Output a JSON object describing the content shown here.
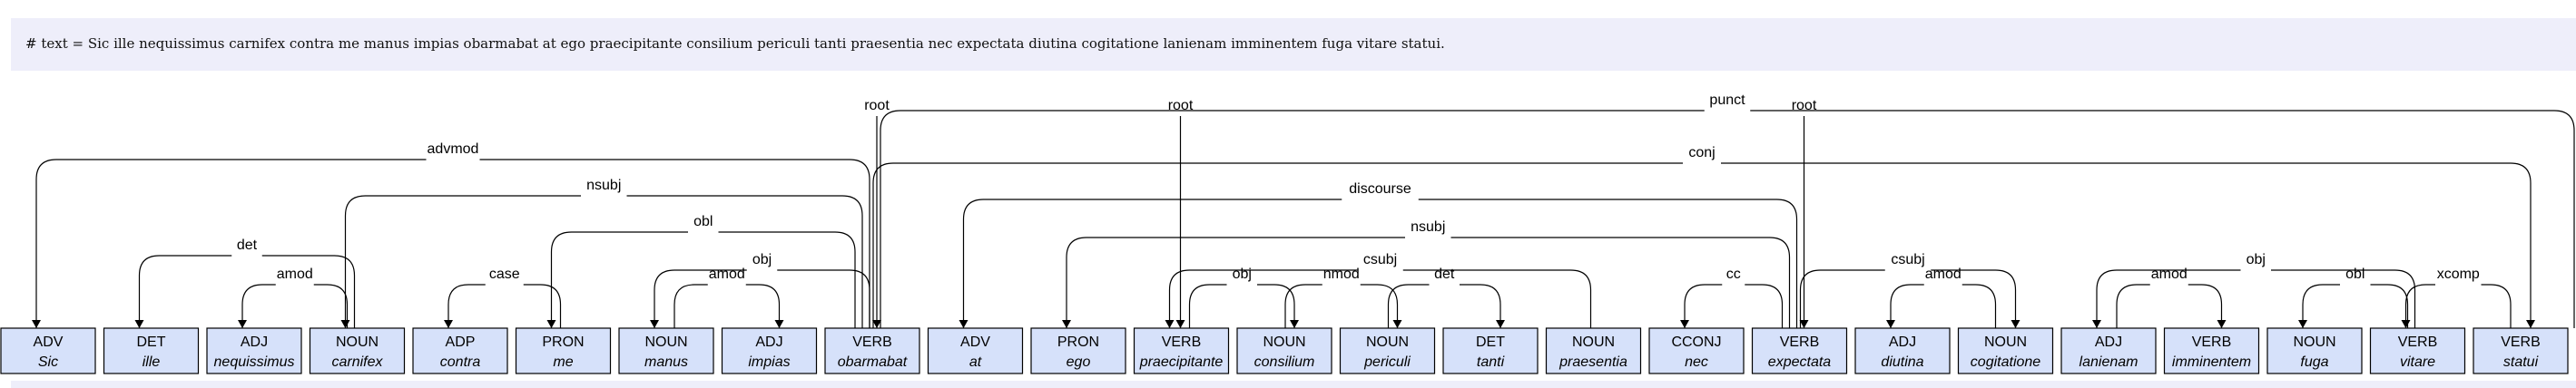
{
  "sentence": "# text = Sic ille nequissimus carnifex contra me manus impias obarmabat at ego praecipitante consilium periculi tanti praesentia nec expectata diutina cogitatione lanienam imminentem fuga vitare statui.",
  "tokens": [
    {
      "pos": "ADV",
      "form": "Sic"
    },
    {
      "pos": "DET",
      "form": "ille"
    },
    {
      "pos": "ADJ",
      "form": "nequissimus"
    },
    {
      "pos": "NOUN",
      "form": "carnifex"
    },
    {
      "pos": "ADP",
      "form": "contra"
    },
    {
      "pos": "PRON",
      "form": "me"
    },
    {
      "pos": "NOUN",
      "form": "manus"
    },
    {
      "pos": "ADJ",
      "form": "impias"
    },
    {
      "pos": "VERB",
      "form": "obarmabat"
    },
    {
      "pos": "ADV",
      "form": "at"
    },
    {
      "pos": "PRON",
      "form": "ego"
    },
    {
      "pos": "VERB",
      "form": "praecipitante"
    },
    {
      "pos": "NOUN",
      "form": "consilium"
    },
    {
      "pos": "NOUN",
      "form": "periculi"
    },
    {
      "pos": "DET",
      "form": "tanti"
    },
    {
      "pos": "NOUN",
      "form": "praesentia"
    },
    {
      "pos": "CCONJ",
      "form": "nec"
    },
    {
      "pos": "VERB",
      "form": "expectata"
    },
    {
      "pos": "ADJ",
      "form": "diutina"
    },
    {
      "pos": "NOUN",
      "form": "cogitatione"
    },
    {
      "pos": "ADJ",
      "form": "lanienam"
    },
    {
      "pos": "VERB",
      "form": "imminentem"
    },
    {
      "pos": "NOUN",
      "form": "fuga"
    },
    {
      "pos": "VERB",
      "form": "vitare"
    },
    {
      "pos": "VERB",
      "form": "statui"
    }
  ],
  "arcs": [
    {
      "label": "advmod",
      "head": 8,
      "dep": 0
    },
    {
      "label": "det",
      "head": 3,
      "dep": 1
    },
    {
      "label": "amod",
      "head": 3,
      "dep": 2
    },
    {
      "label": "nsubj",
      "head": 8,
      "dep": 3
    },
    {
      "label": "case",
      "head": 5,
      "dep": 4
    },
    {
      "label": "obl",
      "head": 8,
      "dep": 5
    },
    {
      "label": "obj",
      "head": 8,
      "dep": 6
    },
    {
      "label": "amod",
      "head": 6,
      "dep": 7
    },
    {
      "label": "conj",
      "head": 8,
      "dep": 24
    },
    {
      "label": "punct",
      "head": 8,
      "dep": 25
    },
    {
      "label": "discourse",
      "head": 17,
      "dep": 9
    },
    {
      "label": "nsubj",
      "head": 17,
      "dep": 10
    },
    {
      "label": "csubj",
      "head": 15,
      "dep": 11
    },
    {
      "label": "obj",
      "head": 11,
      "dep": 12
    },
    {
      "label": "nmod",
      "head": 12,
      "dep": 13
    },
    {
      "label": "det",
      "head": 13,
      "dep": 14
    },
    {
      "label": "cc",
      "head": 17,
      "dep": 16
    },
    {
      "label": "csubj",
      "head": 17,
      "dep": 19
    },
    {
      "label": "amod",
      "head": 19,
      "dep": 18
    },
    {
      "label": "obj",
      "head": 23,
      "dep": 20
    },
    {
      "label": "amod",
      "head": 20,
      "dep": 21
    },
    {
      "label": "obl",
      "head": 23,
      "dep": 22
    },
    {
      "label": "xcomp",
      "head": 24,
      "dep": 23
    }
  ],
  "roots": [
    {
      "label": "root",
      "dep": 8
    },
    {
      "label": "root",
      "dep": 11
    },
    {
      "label": "root",
      "dep": 17
    }
  ]
}
